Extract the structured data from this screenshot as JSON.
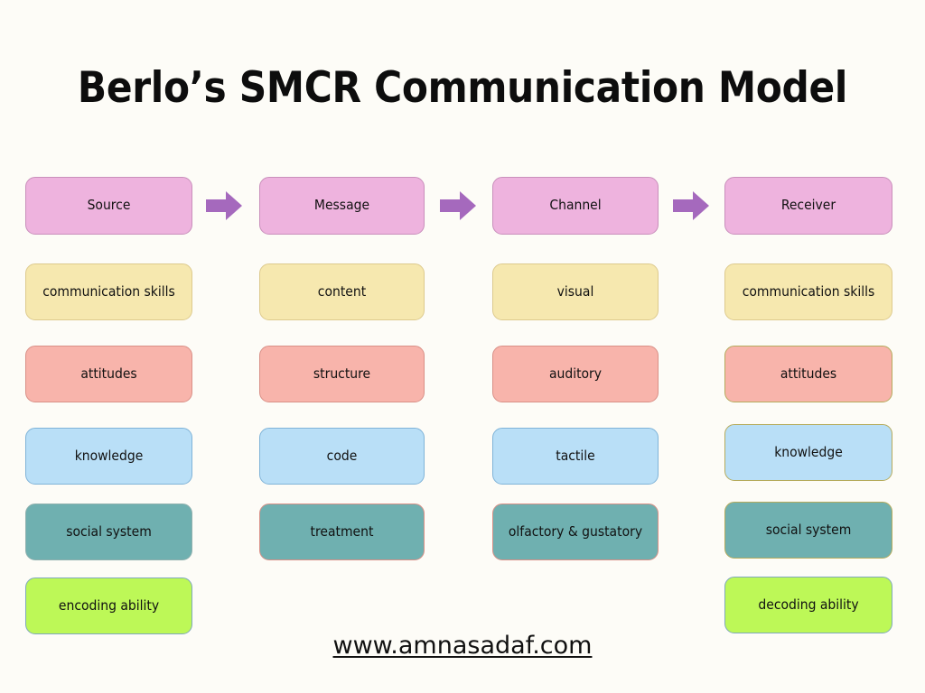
{
  "title": "Berlo’s SMCR Communication Model",
  "footer": {
    "url": "www.amnasadaf.com"
  },
  "colors": {
    "background": "#fdfcf7",
    "pink_fill": "#eeb3de",
    "pink_border": "#c98fbb",
    "yellow_fill": "#f6e8af",
    "yellow_border": "#ddca8d",
    "salmon_fill": "#f8b4ab",
    "salmon_border": "#d99087",
    "blue_fill": "#b9dff7",
    "blue_border": "#7fb3d8",
    "teal_fill": "#6fb0b0",
    "teal_border": "#8fb0ae",
    "green_fill": "#bdf857",
    "green_border": "#7fa8bb",
    "olive_border": "#b5ab5c",
    "arrow_purple": "#a569bd",
    "text": "#111111"
  },
  "arrows": [
    {
      "name": "arrow-source-to-message"
    },
    {
      "name": "arrow-message-to-channel"
    },
    {
      "name": "arrow-channel-to-receiver"
    }
  ],
  "columns": [
    {
      "key": "source",
      "header": "Source",
      "items": [
        {
          "label": "communication skills",
          "tone": "yellow"
        },
        {
          "label": "attitudes",
          "tone": "salmon"
        },
        {
          "label": "knowledge",
          "tone": "blue"
        },
        {
          "label": "social system",
          "tone": "teal"
        },
        {
          "label": "encoding ability",
          "tone": "green"
        }
      ]
    },
    {
      "key": "message",
      "header": "Message",
      "items": [
        {
          "label": "content",
          "tone": "yellow"
        },
        {
          "label": "structure",
          "tone": "salmon"
        },
        {
          "label": "code",
          "tone": "blue"
        },
        {
          "label": "treatment",
          "tone": "teal-salmon-border"
        }
      ]
    },
    {
      "key": "channel",
      "header": "Channel",
      "items": [
        {
          "label": "visual",
          "tone": "yellow"
        },
        {
          "label": "auditory",
          "tone": "salmon"
        },
        {
          "label": "tactile",
          "tone": "blue"
        },
        {
          "label": "olfactory & gustatory",
          "tone": "teal-salmon-border"
        }
      ]
    },
    {
      "key": "receiver",
      "header": "Receiver",
      "items": [
        {
          "label": "communication skills",
          "tone": "yellow"
        },
        {
          "label": "attitudes",
          "tone": "salmon-olive-border"
        },
        {
          "label": "knowledge",
          "tone": "blue-olive-border"
        },
        {
          "label": "social system",
          "tone": "teal-olive-border"
        },
        {
          "label": "decoding ability",
          "tone": "green"
        }
      ]
    }
  ]
}
